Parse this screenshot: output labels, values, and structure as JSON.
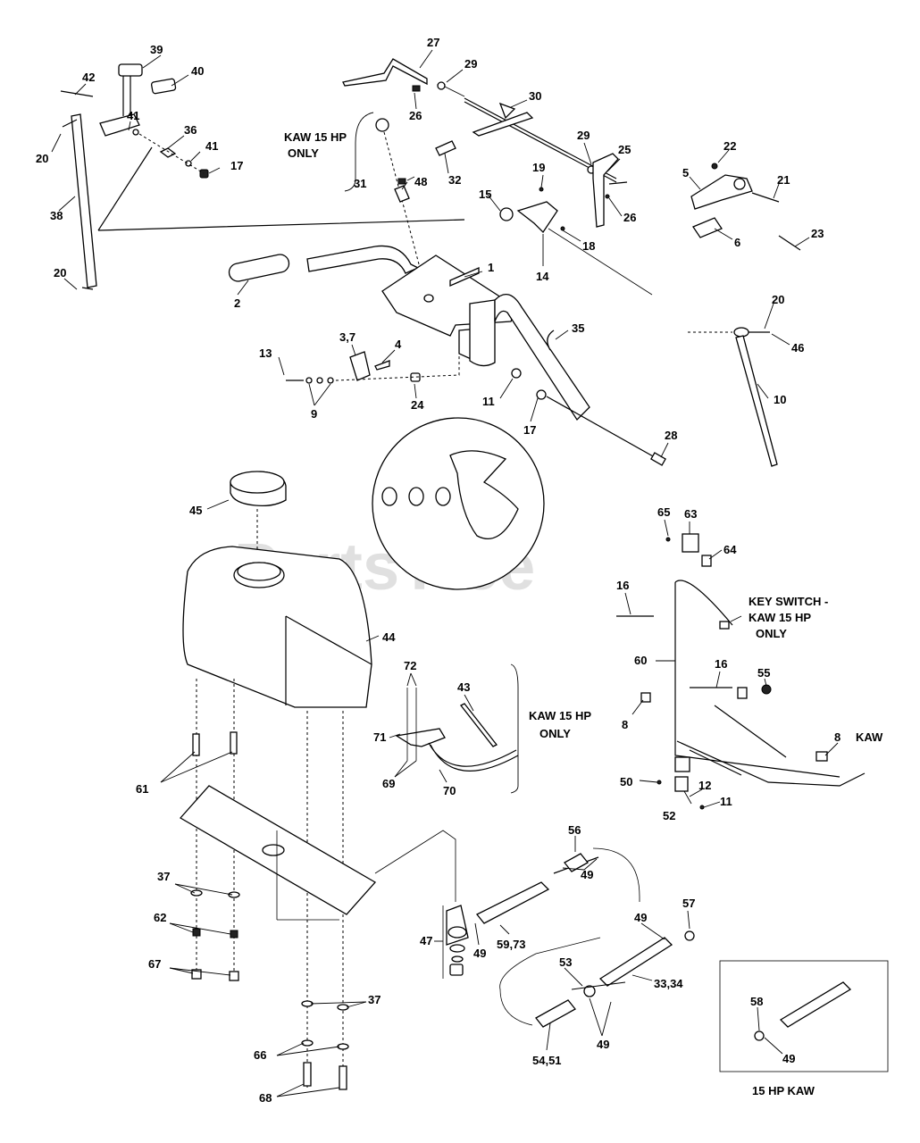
{
  "watermark": "PartsTree",
  "callouts": {
    "c39": "39",
    "c40": "40",
    "c42": "42",
    "c41a": "41",
    "c36": "36",
    "c41b": "41",
    "c17a": "17",
    "c20a": "20",
    "c38": "38",
    "c20b": "20",
    "c27": "27",
    "c29a": "29",
    "c26a": "26",
    "c30": "30",
    "c29b": "29",
    "c25": "25",
    "c26b": "26",
    "c31": "31",
    "c48": "48",
    "c32": "32",
    "c19": "19",
    "c15": "15",
    "c18": "18",
    "c14": "14",
    "c22": "22",
    "c5": "5",
    "c21": "21",
    "c6": "6",
    "c23": "23",
    "c1": "1",
    "c2": "2",
    "c37a": "3,7",
    "c4": "4",
    "c35": "35",
    "c13": "13",
    "c9": "9",
    "c24": "24",
    "c11a": "11",
    "c17b": "17",
    "c28": "28",
    "c20c": "20",
    "c46": "46",
    "c10": "10",
    "c45": "45",
    "c44": "44",
    "c61": "61",
    "c65": "65",
    "c63": "63",
    "c64": "64",
    "c16a": "16",
    "c60": "60",
    "c16b": "16",
    "c55": "55",
    "c8a": "8",
    "c8b": "8",
    "c50": "50",
    "c12": "12",
    "c11b": "11",
    "c52": "52",
    "c72": "72",
    "c43": "43",
    "c71": "71",
    "c69": "69",
    "c70": "70",
    "c37b": "37",
    "c62": "62",
    "c67": "67",
    "c47": "47",
    "c49a": "49",
    "c5973": "59,73",
    "c56": "56",
    "c49b": "49",
    "c49c": "49",
    "c57": "57",
    "c53": "53",
    "c3334": "33,34",
    "c49d": "49",
    "c5451": "54,51",
    "c37c": "37",
    "c66": "66",
    "c68": "68",
    "c58": "58",
    "c49e": "49"
  },
  "notes": {
    "kaw_only_top_1": "KAW 15 HP",
    "kaw_only_top_2": "ONLY",
    "key_switch_1": "KEY SWITCH -",
    "key_switch_2": "KAW 15 HP",
    "key_switch_3": "ONLY",
    "kaw_only_mid_1": "KAW 15 HP",
    "kaw_only_mid_2": "ONLY",
    "kaw_label": "KAW",
    "inset_label": "15 HP KAW"
  }
}
